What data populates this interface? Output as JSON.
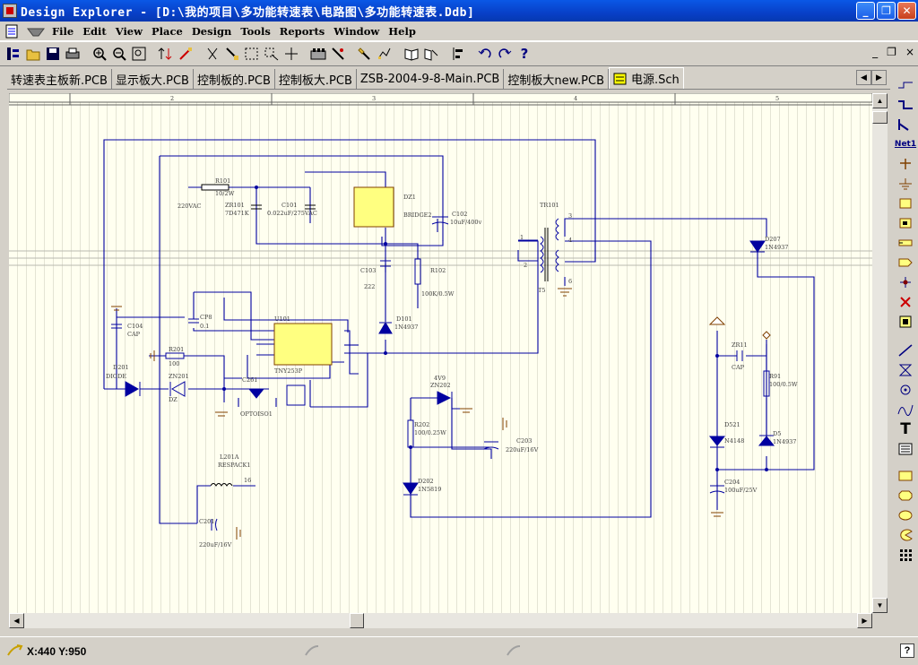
{
  "window": {
    "title": "Design Explorer - [D:\\我的项目\\多功能转速表\\电路图\\多功能转速表.Ddb]",
    "controls": [
      "_",
      "❐",
      "✕"
    ]
  },
  "menu": {
    "items": [
      "File",
      "Edit",
      "View",
      "Place",
      "Design",
      "Tools",
      "Reports",
      "Window",
      "Help"
    ],
    "mdi_controls": [
      "_",
      "❐",
      "×"
    ]
  },
  "tabs": [
    {
      "label": "转速表主板新.PCB",
      "active": false
    },
    {
      "label": "显示板大.PCB",
      "active": false
    },
    {
      "label": "控制板的.PCB",
      "active": false
    },
    {
      "label": "控制板大.PCB",
      "active": false
    },
    {
      "label": "ZSB-2004-9-8-Main.PCB",
      "active": false
    },
    {
      "label": "控制板大new.PCB",
      "active": false
    },
    {
      "label": "电源.Sch",
      "active": true
    }
  ],
  "ruler": {
    "labels": [
      "2",
      "3",
      "4",
      "5"
    ]
  },
  "schematic": {
    "labels": {
      "r101": "R101",
      "r101v": "10/2W",
      "ac": "220VAC",
      "zr101": "ZR101",
      "zr101v": "7D471K",
      "c101": "C101",
      "c101v": "0.022uF/275VAC",
      "dz1": "DZ1",
      "bridge": "BRIDGE2",
      "c102": "C102",
      "c102v": "10uF/400v",
      "tr101": "TR101",
      "c103": "C103",
      "c103v": "222",
      "r102": "R102",
      "r102v": "100K/0.5W",
      "d101": "D101",
      "d101v": "1N4937",
      "c104": "C104",
      "c104v": "CAP",
      "cp8": "CP8",
      "cp8v": "0.1",
      "u101": "U101",
      "u101v": "TNY253P",
      "r201": "R201",
      "r201v": "100",
      "d201": "D201",
      "d201v": "DIODE",
      "zn201": "ZN201",
      "dz": "DZ",
      "c261": "C261",
      "c261v": "OPTOISO1",
      "l201": "L201A",
      "l201v": "RESPACK1",
      "pin16": "16",
      "c201": "C201",
      "c201v": "220uF/16V",
      "zn202": "ZN202",
      "zn202v": "4V9",
      "r202": "R202",
      "r202v": "100/0.25W",
      "c203": "C203",
      "c203v": "220uF/16V",
      "d202": "D202",
      "d202v": "1N5819",
      "d207": "D207",
      "d207v": "1N4937",
      "zr11": "ZR11",
      "zr11v": "CAP",
      "r91": "R91",
      "r91v": "100/0.5W",
      "d521": "D521",
      "d521v": "N4148",
      "d5": "D5",
      "d5v": "1N4937",
      "c204": "C204",
      "c204v": "100uF/25V",
      "t5": "T5",
      "pin1": "1",
      "pin2": "2",
      "pin3": "3",
      "pin4": "4",
      "pin6": "6"
    }
  },
  "status": {
    "coord": "X:440 Y:950"
  }
}
